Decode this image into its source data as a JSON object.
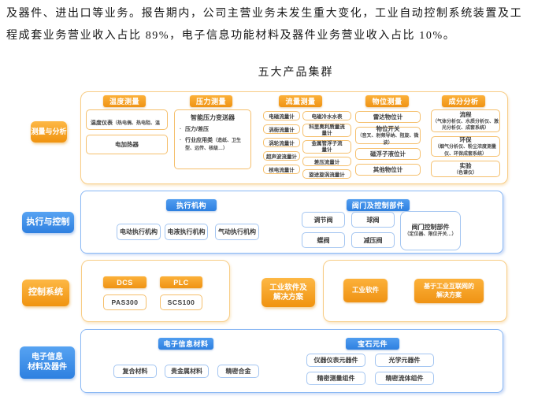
{
  "document": {
    "line1": "及器件、进出口等业务。报告期内，公司主营业务未发生重大变化，工业自动控制系统装置及工",
    "line2": "程成套业务营业收入占比 89%，电子信息功能材料及器件业务营业收入占比 10%。",
    "title": "五大产品集群"
  },
  "colors": {
    "orange": "#f0930f",
    "orange_border": "#f5bf6c",
    "blue": "#2e80e0",
    "blue_border": "#a3c5f1"
  },
  "measurement": {
    "label": "测量与分析",
    "temperature": {
      "header": "温度测量",
      "instrument_main": "温度仪表",
      "instrument_note": "（热电偶、热电阻、温度变送器、双金属温度计…）",
      "heater": "电加热器"
    },
    "pressure": {
      "header": "压力测量",
      "title": "智能压力变送器",
      "bullet1": "压力/差压",
      "bullet2_main": "行业应用类",
      "bullet2_note": "（造纸、卫生型、远传、核级…）"
    },
    "flow": {
      "header": "流量测量",
      "col1": [
        "电磁流量计",
        "涡街流量计",
        "涡轮流量计",
        "超声波流量计",
        "核电流量计"
      ],
      "col2": [
        "电磁冷水水表",
        "科里奥利质量流量计",
        "金属管浮子流量计",
        "差压流量计",
        "旋进旋涡流量计"
      ]
    },
    "level": {
      "header": "物位测量",
      "radar": "雷达物位计",
      "switch_main": "物位开关",
      "switch_note": "（音叉、射频导纳、阻旋、微波）",
      "magnetic": "磁浮子液位计",
      "other": "其他物位计"
    },
    "analysis": {
      "header": "成分分析",
      "process_main": "流程",
      "process_note": "（气体分析仪、水质分析仪、激光分析仪、成套系统）",
      "env_main": "环保",
      "env_note": "（烟气分析仪、粉尘浓度测量仪、环保成套系统）",
      "lab_main": "实验",
      "lab_note": "（色谱仪）"
    }
  },
  "execution": {
    "label": "执行与控制",
    "actuator": {
      "header": "执行机构",
      "items": [
        "电动执行机构",
        "电液执行机构",
        "气动执行机构"
      ]
    },
    "valve": {
      "header": "阀门及控制部件",
      "items": [
        "调节阀",
        "球阀",
        "蝶阀",
        "减压阀"
      ],
      "control_main": "阀门控制部件",
      "control_note": "（定位器、限位开关…）"
    }
  },
  "control_system": {
    "label": "控制系统",
    "dcs_header": "DCS",
    "dcs_product": "PAS300",
    "plc_header": "PLC",
    "plc_product": "SCS100"
  },
  "software": {
    "label": "工业软件及\n解决方案",
    "item1": "工业软件",
    "item2": "基于工业互联网的\n解决方案"
  },
  "materials": {
    "label": "电子信息\n材料及器件",
    "electronic": {
      "header": "电子信息材料",
      "items": [
        "复合材料",
        "贵金属材料",
        "精密合金"
      ]
    },
    "gem": {
      "header": "宝石元件",
      "items": [
        "仪器仪表元器件",
        "光学元器件",
        "精密测量组件",
        "精密流体组件"
      ]
    }
  }
}
